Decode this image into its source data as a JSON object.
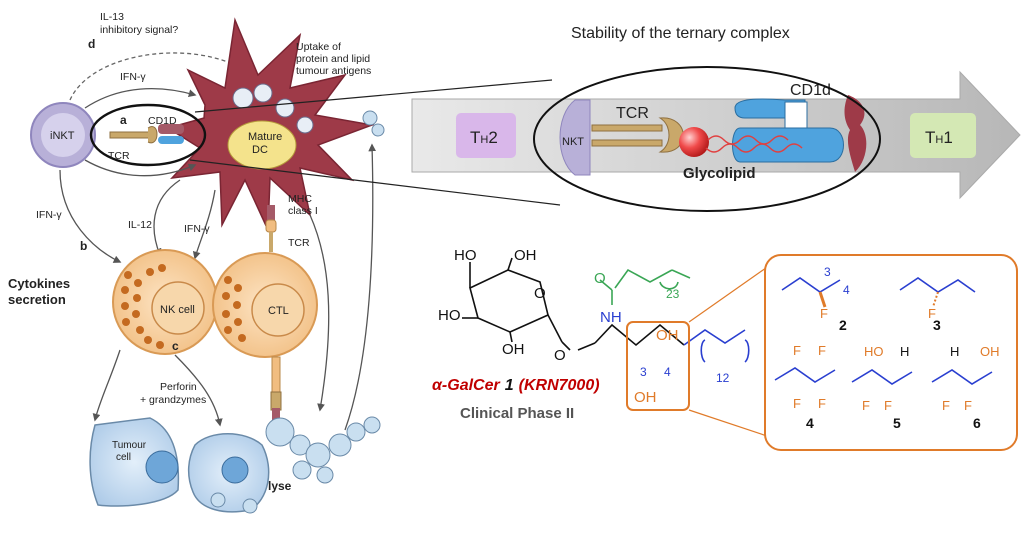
{
  "title": "Stability of the ternary complex",
  "immune": {
    "il13": "IL-13",
    "inhibitory": "inhibitory signal?",
    "d": "d",
    "ifng_top": "IFN-γ",
    "a": "a",
    "cd1d": "CD1D",
    "tcr_a": "TCR",
    "inkt": "iNKT",
    "uptake1": "Uptake of",
    "uptake2": "protein and lipid",
    "uptake3": "tumour antigens",
    "mature": "Mature",
    "dc": "DC",
    "mhc1": "MHC",
    "mhc2": "class I",
    "tcr_ctl": "TCR",
    "ifng_left": "IFN-γ",
    "b": "b",
    "il12": "IL-12",
    "ifng_mid": "IFN-γ",
    "cytokines1": "Cytokines",
    "cytokines2": "secretion",
    "nkcell": "NK cell",
    "ctl": "CTL",
    "c": "c",
    "perforin1": "Perforin",
    "perforin2": "+ grandzymes",
    "tumour1": "Tumour",
    "tumour2": "cell",
    "lyse": "lyse"
  },
  "arrow": {
    "th2_sub": "2",
    "th1_sub": "1",
    "th_main": "T",
    "th_small": "H",
    "tcr": "TCR",
    "cd1d": "CD1d",
    "glycolipid": "Glycolipid",
    "nkt": "NKT"
  },
  "chem": {
    "ho1": "HO",
    "oh1": "OH",
    "ho2": "HO",
    "oh2": "OH",
    "o_ring": "O",
    "o_link": "O",
    "o_amide": "O",
    "nh": "NH",
    "sub23": "23",
    "oh3": "OH",
    "oh4": "OH",
    "n3": "3",
    "n4": "4",
    "sub12": "12",
    "name": "α-GalCer",
    "num": "1",
    "krn": "(KRN7000)",
    "phase": "Clinical Phase II"
  },
  "analogs": {
    "a2_3": "3",
    "a2_4": "4",
    "a2_f": "F",
    "a2_num": "2",
    "a3_f": "F",
    "a3_num": "3",
    "a4_f1": "F",
    "a4_f2": "F",
    "a4_f3": "F",
    "a4_f4": "F",
    "a4_num": "4",
    "a5_ho": "HO",
    "a5_h": "H",
    "a5_f1": "F",
    "a5_f2": "F",
    "a5_num": "5",
    "a6_h": "H",
    "a6_oh": "OH",
    "a6_f1": "F",
    "a6_f2": "F",
    "a6_num": "6"
  },
  "colors": {
    "dc": "#9e3a48",
    "cell_orange": "#f2c894",
    "cell_blue": "#c9dff0",
    "inkt": "#b8b0d8",
    "th2_box": "#d9b7ea",
    "th1_box": "#d4e8b4",
    "cd1d_blue": "#4fa3de",
    "tcr_gold": "#c9a86a",
    "glyco_red": "#e04040",
    "accent_orange": "#e07b2a",
    "text_red": "#c00000",
    "green": "#3aa655",
    "blue": "#2a3fd0"
  }
}
